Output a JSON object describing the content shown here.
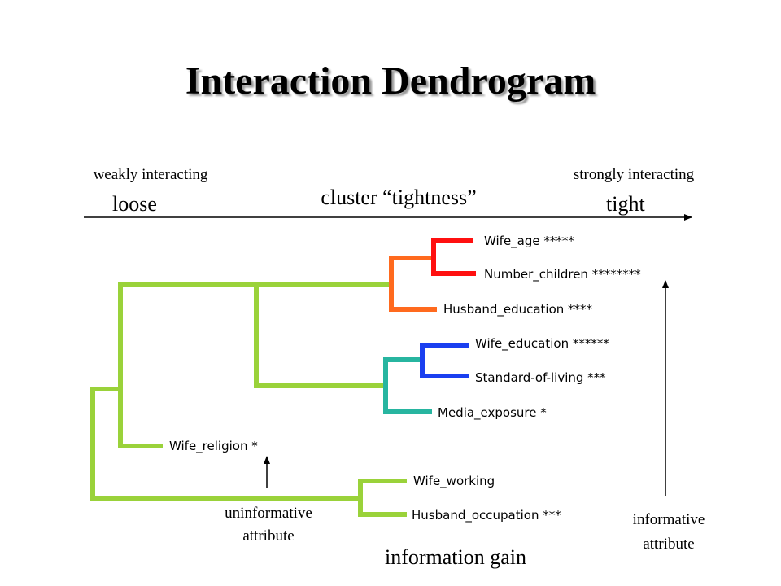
{
  "title": "Interaction Dendrogram",
  "left_note": "weakly interacting",
  "left_label": "loose",
  "center_label": "cluster “tightness”",
  "right_note": "strongly interacting",
  "right_label": "tight",
  "leaves": {
    "wife_age": "Wife_age *****",
    "number_children": "Number_children ********",
    "husband_education": "Husband_education ****",
    "wife_education": "Wife_education ******",
    "standard_of_living": "Standard-of-living ***",
    "media_exposure": "Media_exposure *",
    "wife_religion": "Wife_religion *",
    "wife_working": "Wife_working",
    "husband_occupation": "Husband_occupation ***"
  },
  "uninformative": {
    "line1": "uninformative",
    "line2": "attribute"
  },
  "informative": {
    "line1": "informative",
    "line2": "attribute"
  },
  "bottom_label": "information gain",
  "colors": {
    "green": "#9ad23a",
    "orange": "#ff6a1e",
    "red": "#ff1010",
    "teal": "#27b5a0",
    "blue": "#1a3ff0"
  }
}
